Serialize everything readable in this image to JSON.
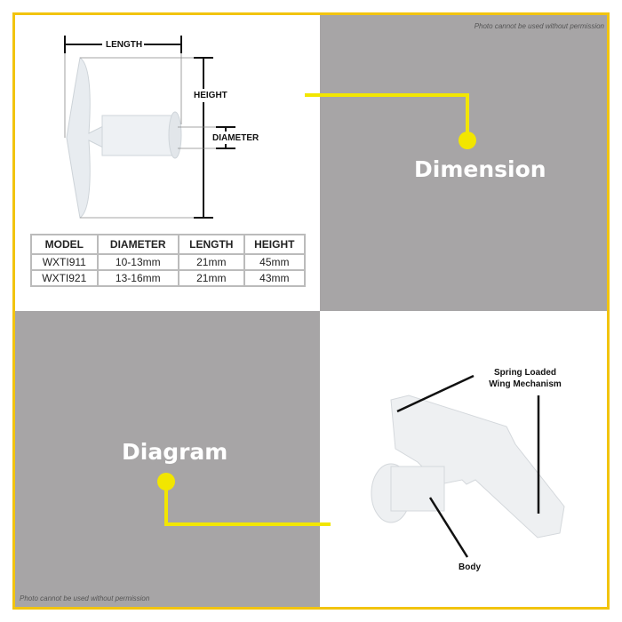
{
  "watermark": "Photo cannot be used without permission",
  "dimension_label": "Dimension",
  "diagram_label": "Diagram",
  "dims": {
    "length": "LENGTH",
    "height": "HEIGHT",
    "diameter": "DIAMETER"
  },
  "table": {
    "headers": [
      "MODEL",
      "DIAMETER",
      "LENGTH",
      "HEIGHT"
    ],
    "rows": [
      [
        "WXTI911",
        "10-13mm",
        "21mm",
        "45mm"
      ],
      [
        "WXTI921",
        "13-16mm",
        "21mm",
        "43mm"
      ]
    ]
  },
  "callouts": {
    "wing_line1": "Spring Loaded",
    "wing_line2": "Wing Mechanism",
    "body": "Body"
  },
  "colors": {
    "accent": "#f2c40f",
    "gray": "#a7a5a6"
  }
}
